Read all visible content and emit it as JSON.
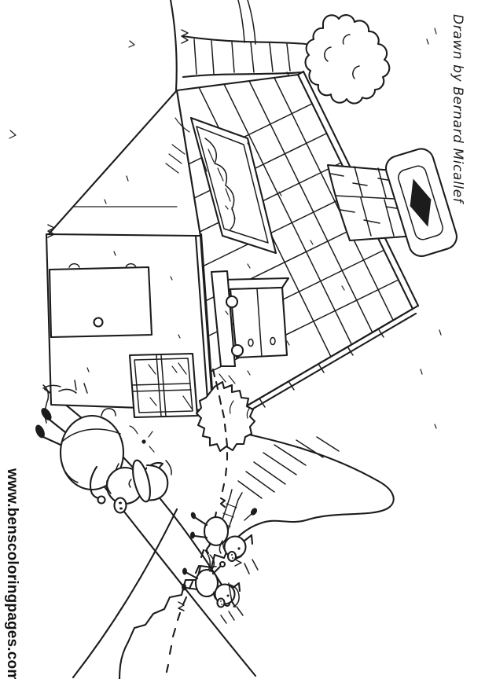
{
  "page": {
    "paper_color": "#ffffff",
    "ink_color": "#1c1c1c",
    "orientation_note": "landscape line-art rotated 90 degrees clockwise on a portrait sheet"
  },
  "credits": {
    "artist": "Drawn by Bernard Micallef",
    "website": "www.benscoloringpages.com"
  },
  "scene": {
    "title": "Three little pigs running along a hillside path away from a cottage",
    "elements": [
      "cottage-with-shingled-roof",
      "brick-chimney-with-dark-flue",
      "hay-loft-opening",
      "front-door-with-doorknob-and-hinges",
      "four-pane-window",
      "wall-shelf-with-two-drawers",
      "bush-at-house-corner",
      "tree-with-scalloped-canopy",
      "rolling-hill-folds",
      "dashed-footpath",
      "large-pig-in-hat",
      "small-pig-carrying-bundle",
      "small-pig-in-cap",
      "rocky-outcrop",
      "grass-tufts"
    ]
  }
}
